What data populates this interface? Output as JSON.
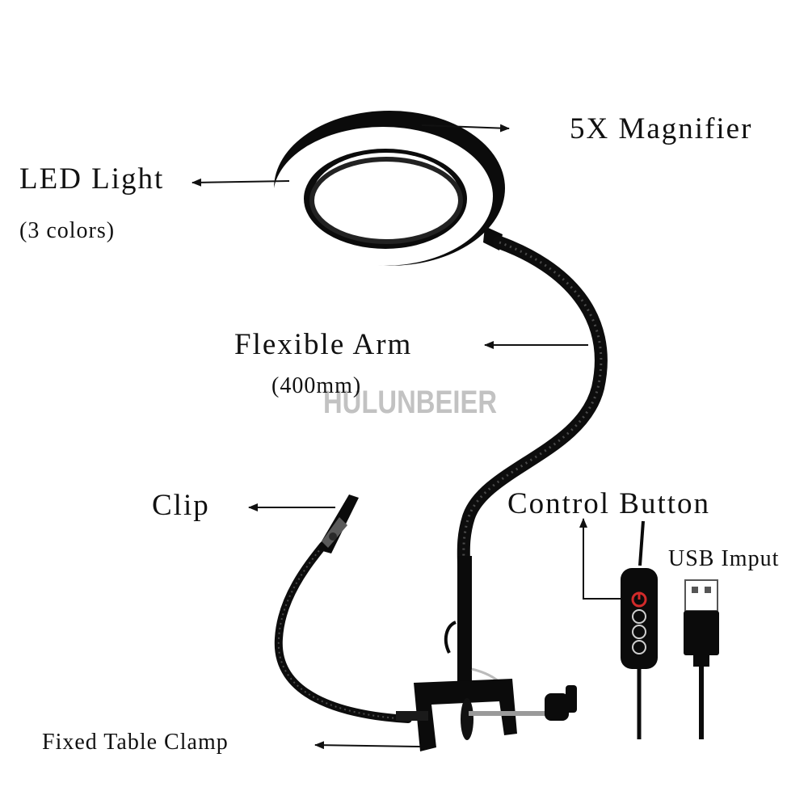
{
  "labels": {
    "magnifier": "5X Magnifier",
    "led_light": "LED Light",
    "led_colors": "(3 colors)",
    "flexible_arm": "Flexible Arm",
    "arm_length": "(400mm)",
    "clip": "Clip",
    "control_button": "Control Button",
    "usb_input": "USB Imput",
    "table_clamp": "Fixed Table Clamp"
  },
  "watermark": "HULUNBEIER",
  "colors": {
    "product_black": "#0b0b0b",
    "led_ring": "#ffffff",
    "control_power": "#d12a2a"
  }
}
